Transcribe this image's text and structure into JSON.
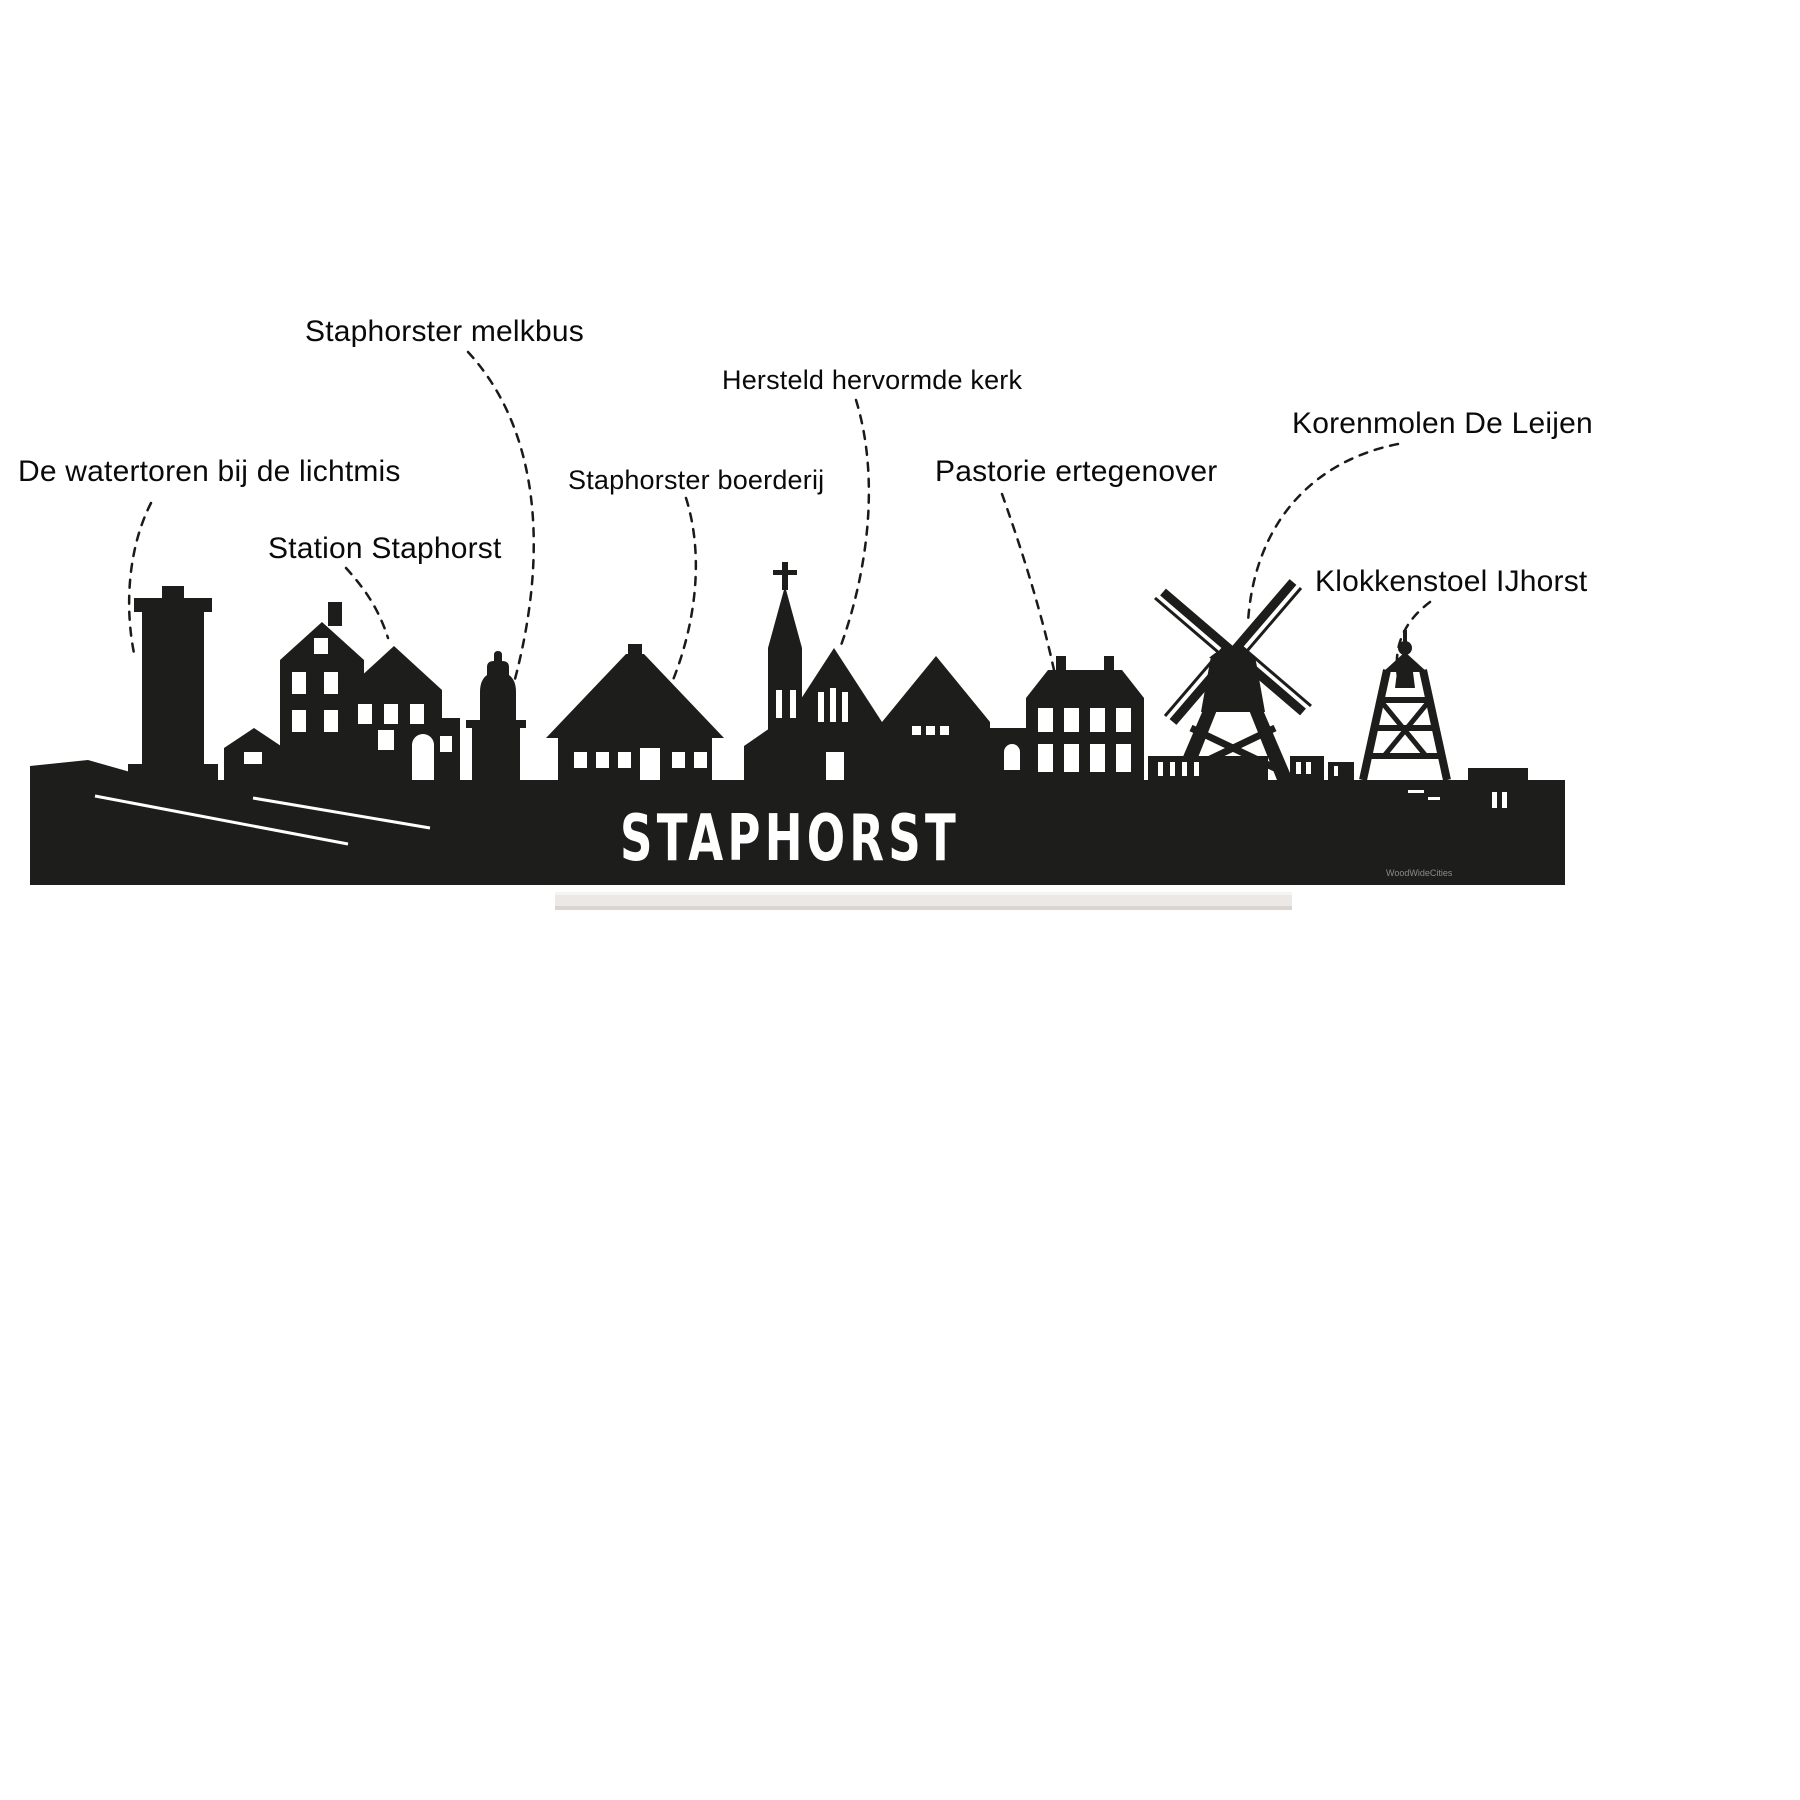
{
  "product": {
    "city_name": "STAPHORST",
    "watermark": "WoodWideCities"
  },
  "labels": {
    "watertoren": "De watertoren bij de lichtmis",
    "station": "Station Staphorst",
    "melkbus": "Staphorster melkbus",
    "boerderij": "Staphorster boerderij",
    "kerk": "Hersteld hervormde kerk",
    "pastorie": "Pastorie ertegenover",
    "korenmolen": "Korenmolen De Leijen",
    "klokkenstoel": "Klokkenstoel IJhorst"
  },
  "colors": {
    "silhouette": "#1d1d1b",
    "background": "#ffffff",
    "base_stand": "#ebe8e5",
    "label_text": "#0a0a0a"
  }
}
